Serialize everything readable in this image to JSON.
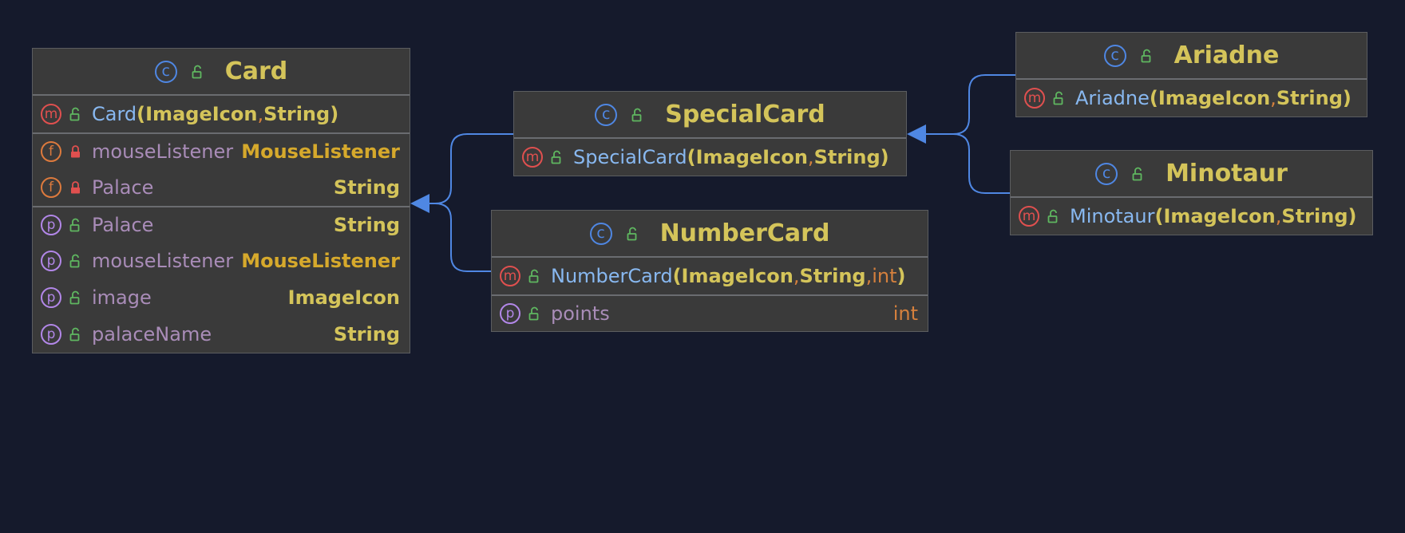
{
  "colors": {
    "background": "#151a2c",
    "node_fill": "#3a3a3a",
    "class_name": "#d4c45a",
    "method_name": "#88b8f0",
    "field_name": "#a98cb8",
    "edge": "#4f87e3"
  },
  "classes": {
    "card": {
      "name": "Card",
      "constructor": {
        "name": "Card",
        "params": [
          "ImageIcon",
          "String"
        ]
      },
      "fields": [
        {
          "name": "mouseListener",
          "type": "MouseListener"
        },
        {
          "name": "Palace",
          "type": "String"
        }
      ],
      "properties": [
        {
          "name": "Palace",
          "type": "String"
        },
        {
          "name": "mouseListener",
          "type": "MouseListener"
        },
        {
          "name": "image",
          "type": "ImageIcon"
        },
        {
          "name": "palaceName",
          "type": "String"
        }
      ]
    },
    "special_card": {
      "name": "SpecialCard",
      "constructor": {
        "name": "SpecialCard",
        "params": [
          "ImageIcon",
          "String"
        ]
      }
    },
    "number_card": {
      "name": "NumberCard",
      "constructor": {
        "name": "NumberCard",
        "params": [
          "ImageIcon",
          "String",
          "int"
        ]
      },
      "properties": [
        {
          "name": "points",
          "type": "int"
        }
      ]
    },
    "ariadne": {
      "name": "Ariadne",
      "constructor": {
        "name": "Ariadne",
        "params": [
          "ImageIcon",
          "String"
        ]
      }
    },
    "minotaur": {
      "name": "Minotaur",
      "constructor": {
        "name": "Minotaur",
        "params": [
          "ImageIcon",
          "String"
        ]
      }
    }
  },
  "relations": [
    {
      "child": "SpecialCard",
      "parent": "Card",
      "kind": "extends"
    },
    {
      "child": "NumberCard",
      "parent": "Card",
      "kind": "extends"
    },
    {
      "child": "Ariadne",
      "parent": "SpecialCard",
      "kind": "extends"
    },
    {
      "child": "Minotaur",
      "parent": "SpecialCard",
      "kind": "extends"
    }
  ],
  "icons": {
    "class": "class-c-icon",
    "method": "method-m-icon",
    "field": "field-f-icon",
    "property": "property-p-icon",
    "public": "unlocked-icon",
    "private": "locked-icon"
  },
  "icon_letters": {
    "class": "c",
    "method": "m",
    "field": "f",
    "property": "p"
  },
  "punct": {
    "open": "(",
    "close": ")",
    "comma": ", "
  }
}
